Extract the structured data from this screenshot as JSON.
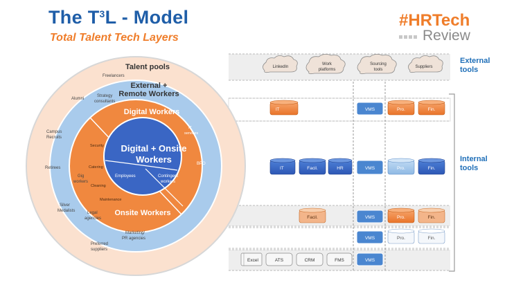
{
  "header": {
    "title_prefix": "The T",
    "title_sup": "3",
    "title_suffix": "L - Model",
    "subtitle": "Total Talent Tech Layers",
    "brand_hashtag": "#HRTech",
    "brand_word": "Review"
  },
  "rings": {
    "talent_pools": "Talent pools",
    "external_line1": "External +",
    "external_line2": "Remote Workers",
    "digital": "Digital Workers",
    "center_line1": "Digital + Onsite",
    "center_line2": "Workers",
    "onsite": "Onsite Workers"
  },
  "labels": {
    "freelancers": "Freelancers",
    "alumni": "Alumni",
    "strategy1": "Strategy",
    "strategy2": "consultants",
    "campus1": "Campus",
    "campus2": "Recruits",
    "retirees": "Retirees",
    "gig1": "Gig",
    "gig2": "workers",
    "silver1": "Silver",
    "silver2": "Medalists",
    "legal1": "Legal",
    "legal2": "agencies",
    "marketing1": "Marketing/",
    "marketing2": "PR agencies",
    "preferred1": "Preferred",
    "preferred2": "suppliers",
    "security": "Security",
    "catering": "Catering",
    "cleaning": "Cleaning",
    "maintenance": "Maintenance",
    "it_services1": "IT",
    "it_services2": "services",
    "bpo": "BPO",
    "employees": "Employees",
    "contingent1": "Contingent",
    "contingent2": "workers"
  },
  "clouds": {
    "linkedin": "LinkedIn",
    "work1": "Work",
    "work2": "platforms",
    "sourcing1": "Sourcing",
    "sourcing2": "tools",
    "suppliers": "Suppliers"
  },
  "sidebar": {
    "external1": "External",
    "external2": "tools",
    "internal1": "Internal",
    "internal2": "tools"
  },
  "rows": {
    "row1": {
      "it": "IT",
      "vms": "VMS",
      "pro": "Pro.",
      "fin": "Fin."
    },
    "row2": {
      "it": "IT",
      "facil": "Facil.",
      "hr": "HR",
      "vms": "VMS",
      "pro": "Pro.",
      "fin": "Fin."
    },
    "row3": {
      "facil": "Facil.",
      "vms": "VMS",
      "pro": "Pro.",
      "fin": "Fin."
    },
    "row4": {
      "vms": "VMS",
      "pro": "Pro.",
      "fin": "Fin."
    },
    "row5": {
      "excel": "Excel",
      "ats": "ATS",
      "crm": "CRM",
      "fms": "FMS",
      "vms": "VMS"
    }
  },
  "colors": {
    "title_blue": "#1f5ea8",
    "orange": "#ef7d2a",
    "dark_blue": "#3a66c4",
    "light_blue": "#a9cbec",
    "peach": "#fbe1cf"
  }
}
